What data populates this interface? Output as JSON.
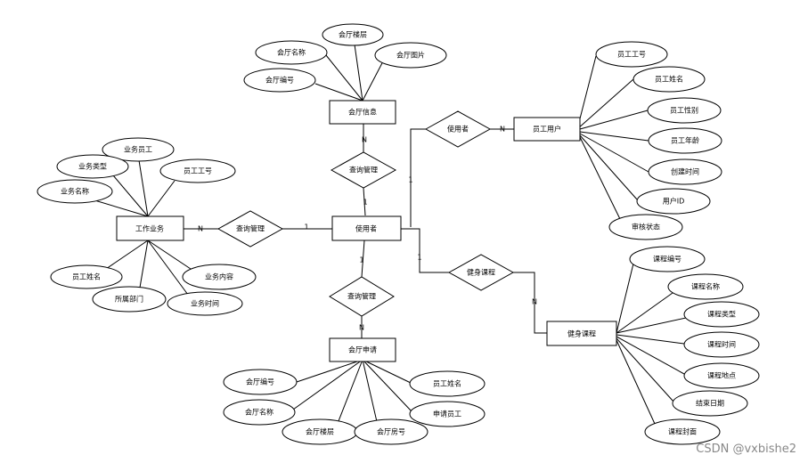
{
  "diagram": {
    "entities": {
      "hall_info": "会厅信息",
      "user": "使用者",
      "employee_user": "员工用户",
      "work_business": "工作业务",
      "hall_application": "会厅申请",
      "fitness_course": "健身课程"
    },
    "relationships": {
      "use_rel": "使用者",
      "query_hall": "查询管理",
      "query_work": "查询管理",
      "query_apply": "查询管理",
      "fitness_rel": "健身课程"
    },
    "attributes": {
      "hall_info": [
        "会厅楼层",
        "会厅名称",
        "会厅图片",
        "会厅编号"
      ],
      "employee_user": [
        "员工工号",
        "员工姓名",
        "员工性别",
        "员工年龄",
        "创建时间",
        "用户ID",
        "审核状态"
      ],
      "work_business": [
        "业务员工",
        "业务类型",
        "员工工号",
        "业务名称",
        "员工姓名",
        "所属部门",
        "业务时间",
        "业务内容"
      ],
      "hall_application": [
        "会厅编号",
        "员工姓名",
        "会厅名称",
        "申请员工",
        "会厅楼层",
        "会厅房号"
      ],
      "fitness_course": [
        "课程编号",
        "课程名称",
        "课程类型",
        "课程时间",
        "课程地点",
        "结束日期",
        "课程封面"
      ]
    },
    "cardinalities": {
      "hall_n": "N",
      "hall_1": "1",
      "emp_n": "N",
      "user_use_1": "1",
      "work_n": "N",
      "work_1": "1",
      "apply_1": "1",
      "apply_n": "N",
      "fit_1": "1",
      "fit_n": "N"
    }
  },
  "watermark": "CSDN @vxbishe2"
}
